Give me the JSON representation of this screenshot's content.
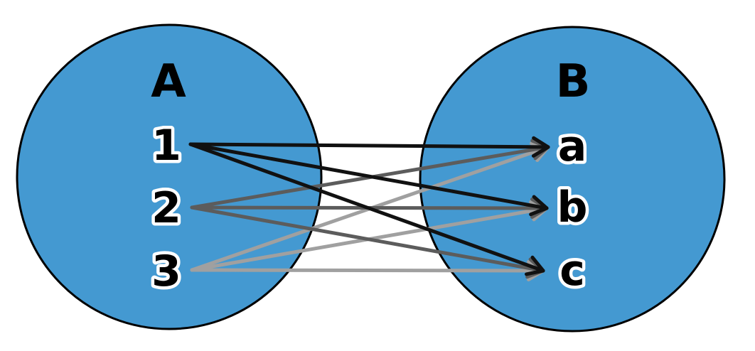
{
  "sets": {
    "left": {
      "label": "A",
      "elements": [
        "1",
        "2",
        "3"
      ]
    },
    "right": {
      "label": "B",
      "elements": [
        "a",
        "b",
        "c"
      ]
    }
  },
  "colors": {
    "circle_fill": "#4499d1",
    "outline": "#000000",
    "text": "#000000"
  },
  "mappings": [
    {
      "from": "1",
      "to": "a",
      "color": "#111111"
    },
    {
      "from": "1",
      "to": "b",
      "color": "#111111"
    },
    {
      "from": "1",
      "to": "c",
      "color": "#111111"
    },
    {
      "from": "2",
      "to": "a",
      "color": "#5c5c5c"
    },
    {
      "from": "2",
      "to": "b",
      "color": "#5c5c5c"
    },
    {
      "from": "2",
      "to": "c",
      "color": "#5c5c5c"
    },
    {
      "from": "3",
      "to": "a",
      "color": "#a0a0a0"
    },
    {
      "from": "3",
      "to": "b",
      "color": "#a0a0a0"
    },
    {
      "from": "3",
      "to": "c",
      "color": "#a0a0a0"
    }
  ]
}
